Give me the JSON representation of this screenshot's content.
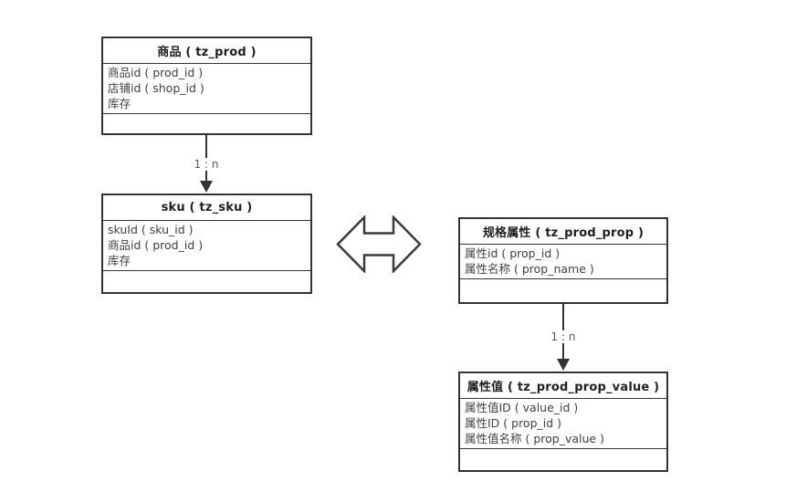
{
  "diagram": {
    "background_color": "#ffffff",
    "border_color": "#333333",
    "title_text_color": "#1f1f1f",
    "row_text_color": "#404040",
    "label_text_color": "#595959",
    "entities": [
      {
        "title": "商品 ( tz_prod )",
        "rows": [
          "商品id ( prod_id )",
          "店铺id ( shop_id )",
          "库存"
        ]
      },
      {
        "title": "sku ( tz_sku )",
        "rows": [
          "skuId ( sku_id )",
          "商品id ( prod_id )",
          "库存"
        ]
      },
      {
        "title": "规格属性 ( tz_prod_prop )",
        "rows": [
          "属性id ( prop_id )",
          "属性名称 ( prop_name )"
        ]
      },
      {
        "title": "属性值 ( tz_prod_prop_value )",
        "rows": [
          "属性值ID ( value_id )",
          "属性ID ( prop_id )",
          "属性值名称 ( prop_value )"
        ]
      }
    ],
    "connectors": [
      {
        "label": "1 : n"
      },
      {
        "label": "1 : n"
      }
    ],
    "icons": {
      "double_arrow": "left-right-hollow-arrow"
    }
  }
}
